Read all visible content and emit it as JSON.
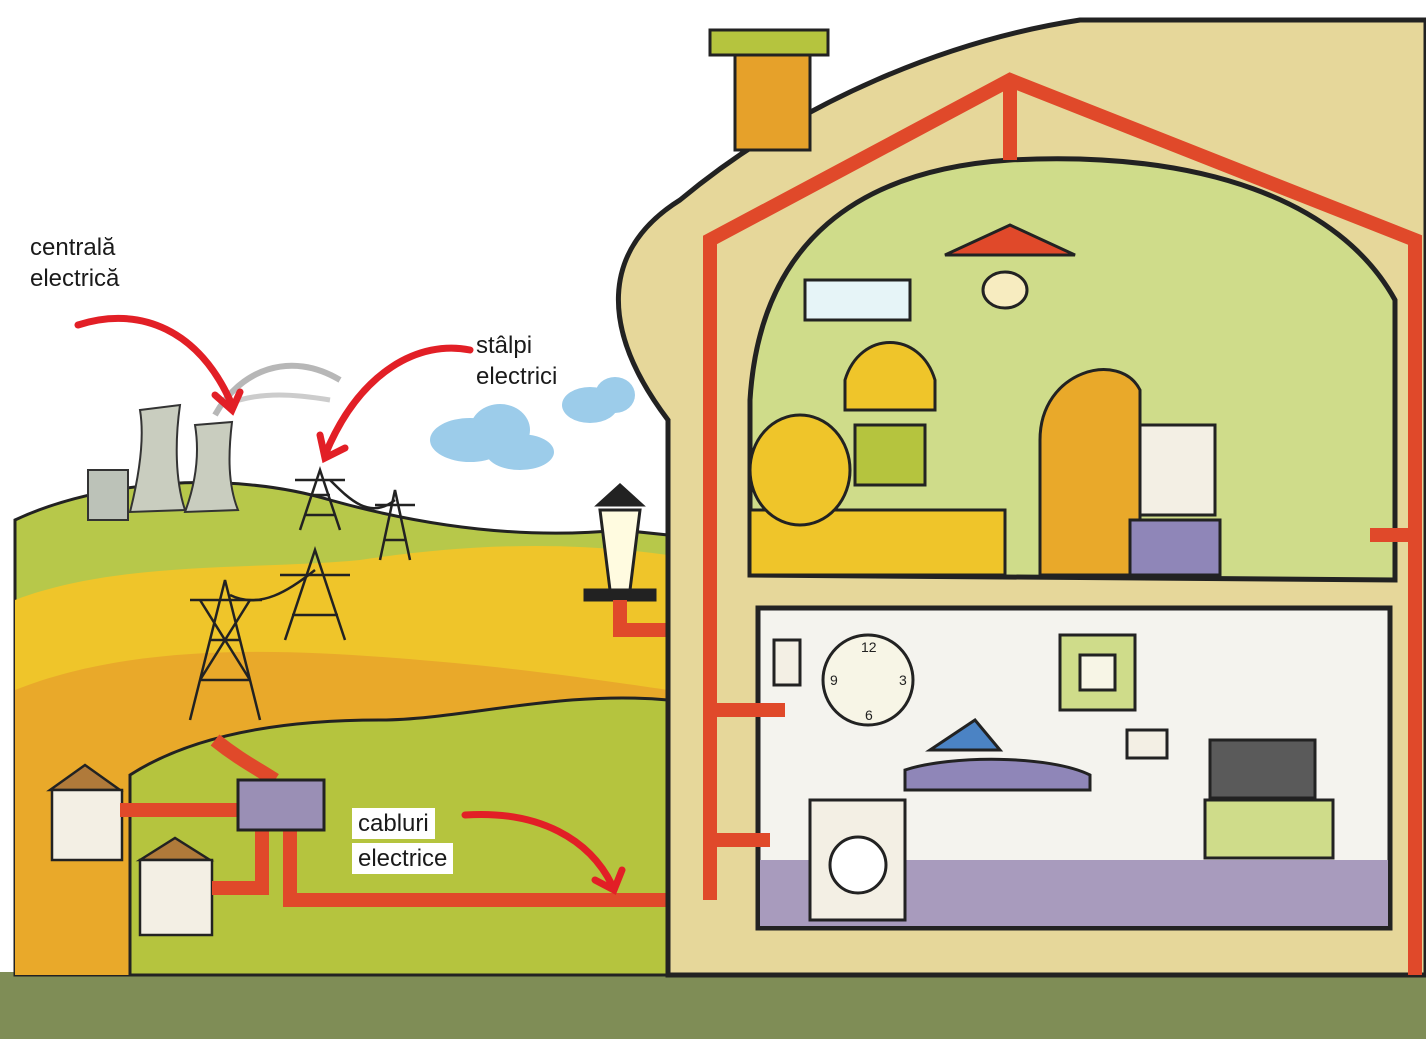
{
  "labels": {
    "power_plant": [
      "centrală",
      "electrică"
    ],
    "pylons": [
      "stâlpi",
      "electrici"
    ],
    "cables": [
      "cabluri",
      "electrice"
    ]
  },
  "clock": {
    "numerals": [
      "12",
      "3",
      "6",
      "9"
    ]
  },
  "colors": {
    "cable": "#e0492a",
    "arrow": "#e21f26",
    "wall": "#e6d79a",
    "room": "#cfdc8a",
    "ground": "#7f8d56",
    "hill_green": "#b7c84a",
    "hill_yellow": "#efc52a",
    "cloud": "#9cccea"
  }
}
